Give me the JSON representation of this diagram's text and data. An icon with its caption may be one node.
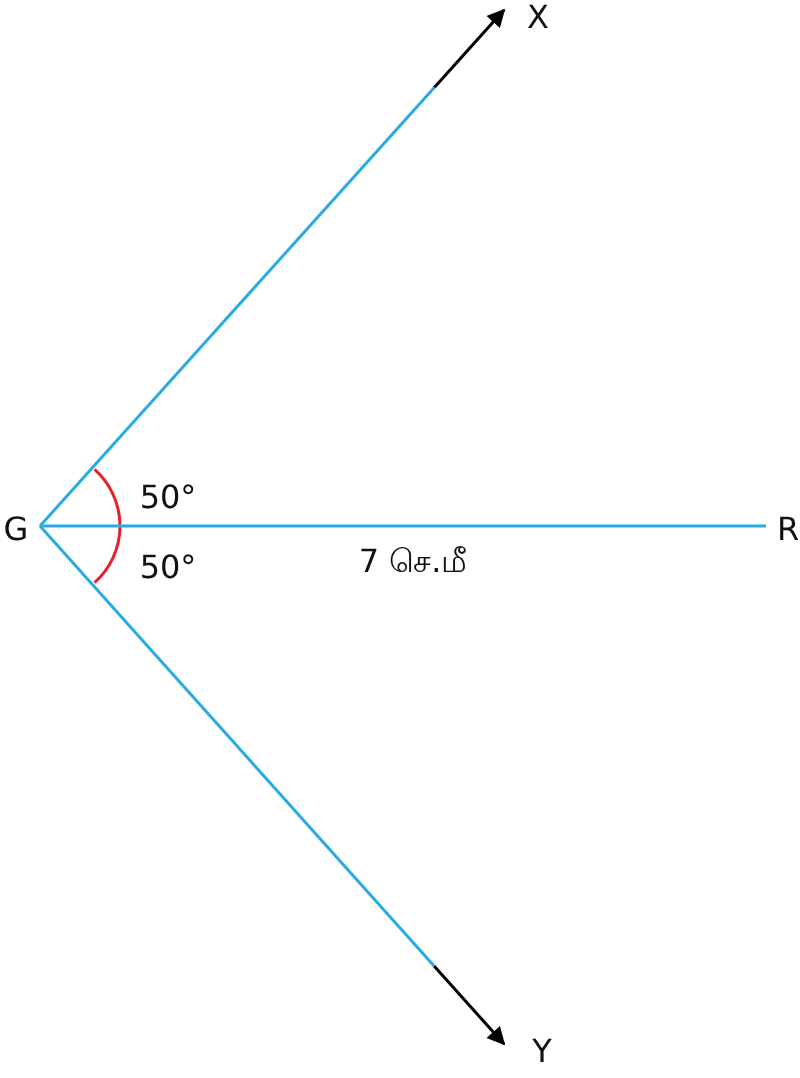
{
  "diagram": {
    "nodes": [
      {
        "text": [
          "G"
        ]
      },
      {
        "text": [
          "X"
        ]
      },
      {
        "text": [
          "R"
        ]
      },
      {
        "text": [
          "Y"
        ]
      }
    ],
    "edges": [
      {
        "from": 0,
        "to": 1,
        "arrow": "to"
      },
      {
        "from": 0,
        "to": 2,
        "arrow": "none",
        "label": "7 செ.மீ"
      },
      {
        "from": 0,
        "to": 3,
        "arrow": "to"
      }
    ],
    "labels": [
      "50°",
      "50°"
    ]
  }
}
